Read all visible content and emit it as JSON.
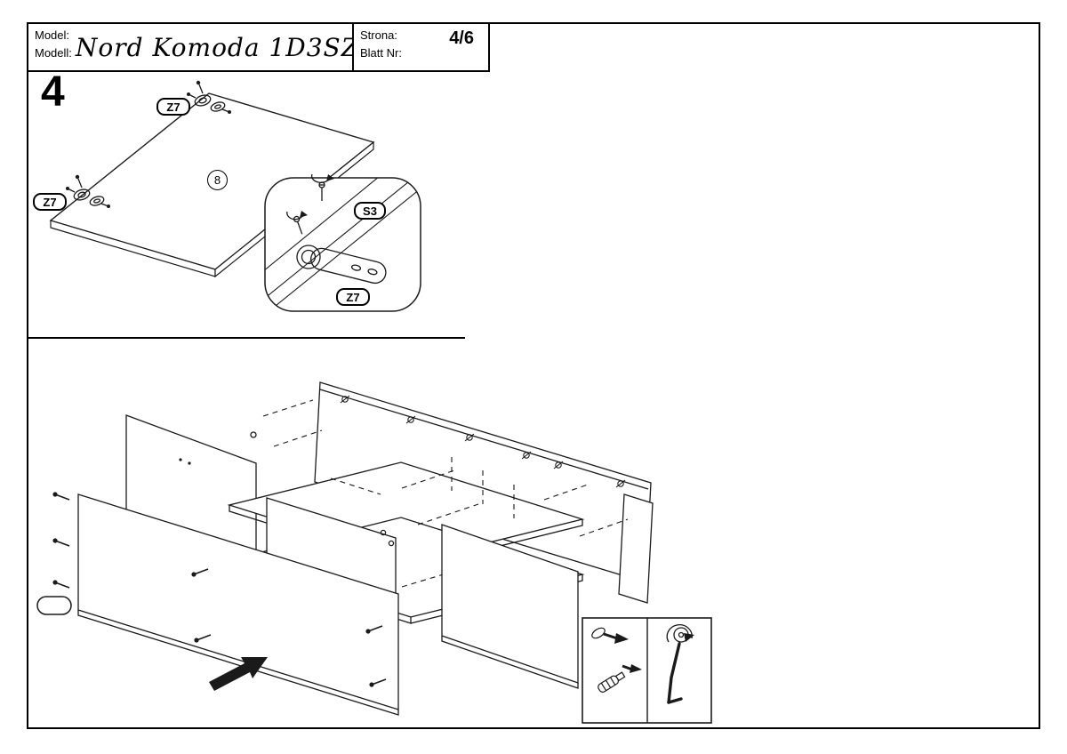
{
  "header": {
    "model_labels": [
      "Model:",
      "Modell:"
    ],
    "model_name": "Nord Komoda 1D3SZ",
    "page_labels": [
      "Strona:",
      "Blatt Nr:"
    ],
    "page_number": "4/6"
  },
  "step": {
    "number": "4"
  },
  "callouts": {
    "hinge_top": "Z7",
    "hinge_left": "Z7",
    "detail_screw": "S3",
    "detail_hinge": "Z7",
    "door_part": "8"
  },
  "colors": {
    "line": "#1a1a1a",
    "background": "#ffffff"
  }
}
